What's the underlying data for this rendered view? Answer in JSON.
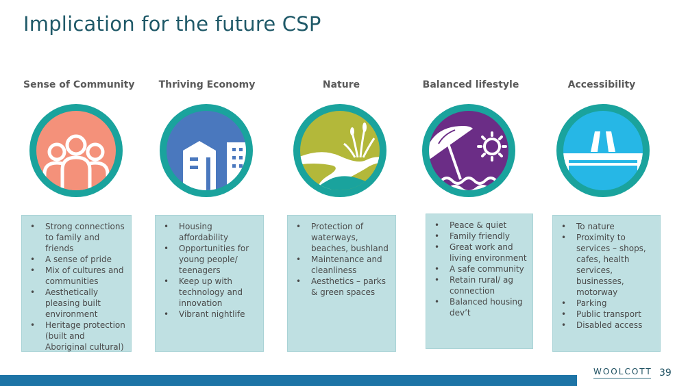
{
  "slide": {
    "title": "Implication for the future CSP",
    "page_number": "39",
    "logo_text": "WOOLCOTT"
  },
  "columns": [
    {
      "heading": "Sense of Community",
      "icon": "people-icon",
      "bullets": [
        "Strong connections to family and friends",
        "A sense of pride",
        "Mix of cultures and communities",
        "Aesthetically pleasing built environment",
        "Heritage protection (built and Aboriginal cultural)"
      ]
    },
    {
      "heading": "Thriving Economy",
      "icon": "buildings-icon",
      "bullets": [
        "Housing affordability",
        "Opportunities for young people/ teenagers",
        "Keep up with technology and innovation",
        "Vibrant nightlife"
      ]
    },
    {
      "heading": "Nature",
      "icon": "nature-river-icon",
      "bullets": [
        "Protection of waterways, beaches, bushland",
        "Maintenance and cleanliness",
        "Aesthetics – parks & green spaces"
      ]
    },
    {
      "heading": "Balanced lifestyle",
      "icon": "beach-umbrella-sun-icon",
      "bullets": [
        "Peace & quiet",
        "Family friendly",
        "Great work and living environment",
        "A safe community",
        "Retain rural/ ag connection",
        "Balanced housing dev’t"
      ]
    },
    {
      "heading": "Accessibility",
      "icon": "motorway-icon",
      "bullets": [
        "To nature",
        "Proximity to services – shops, cafes, health services, businesses, motorway",
        "Parking",
        "Public transport",
        "Disabled access"
      ]
    }
  ],
  "colors": {
    "title": "#1f5968",
    "ring": "#1aa39d",
    "box_bg": "#bfe0e2",
    "footer_bar": "#1d74a6",
    "community_fill": "#f4917a",
    "economy_fill": "#4a78be",
    "nature_fill": "#b3b83a",
    "lifestyle_fill": "#6b2d86",
    "access_fill": "#26b7e6"
  }
}
